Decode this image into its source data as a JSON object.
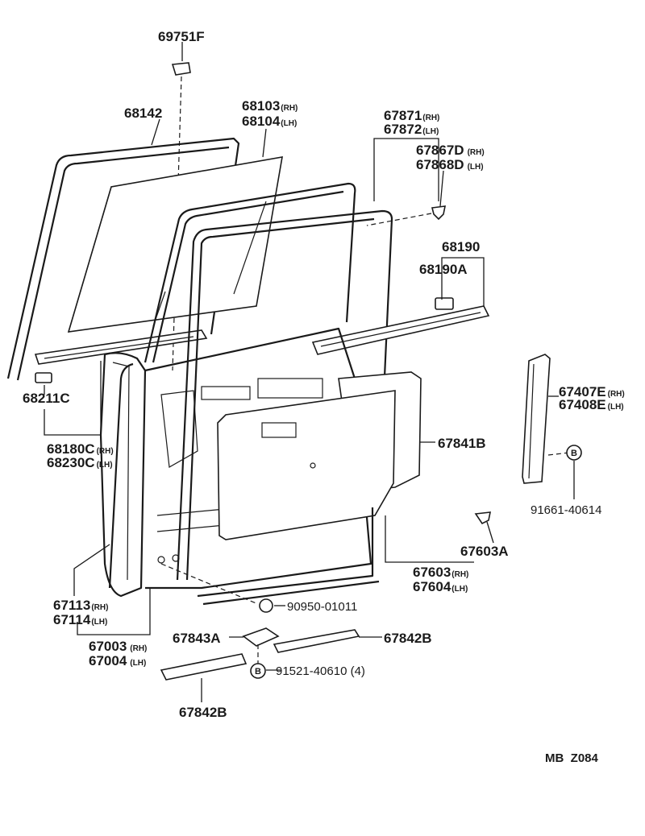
{
  "parts": {
    "p69751f": "69751F",
    "p68142": "68142",
    "p68103": "68103",
    "p68104": "68104",
    "p67871": "67871",
    "p67872": "67872",
    "p67867d": "67867D",
    "p67868d": "67868D",
    "p68190": "68190",
    "p68190a": "68190A",
    "p68211c": "68211C",
    "p68180c": "68180C",
    "p68230c": "68230C",
    "p67841b": "67841B",
    "p67407e": "67407E",
    "p67408e": "67408E",
    "p91661": "91661-40614",
    "p67603a": "67603A",
    "p67603": "67603",
    "p67604": "67604",
    "p67113": "67113",
    "p67114": "67114",
    "p90950": "90950-01011",
    "p67003": "67003",
    "p67004": "67004",
    "p67843a": "67843A",
    "p67842b_right": "67842B",
    "p91521": "91521-40610 (4)",
    "p67842b_bottom": "67842B"
  },
  "side": {
    "rh": "(RH)",
    "lh": "(LH)"
  },
  "bolt_marker": "B",
  "catalog_code": "MB  Z084"
}
